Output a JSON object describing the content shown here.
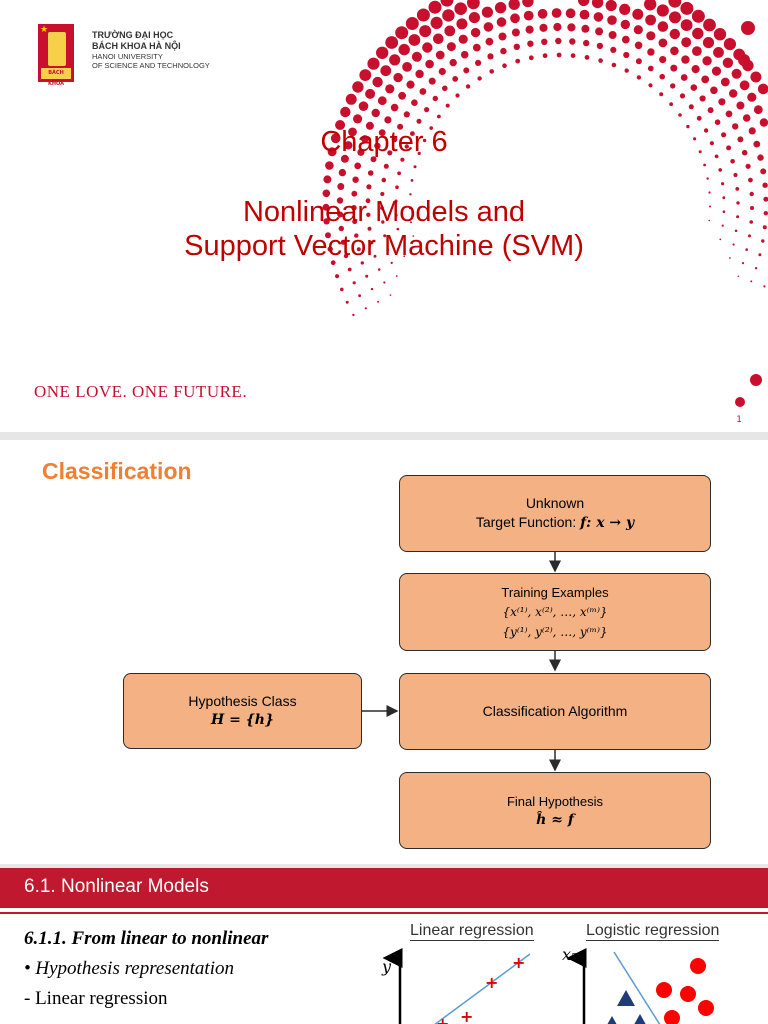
{
  "slide1": {
    "logo_text": "BÁCH KHOA",
    "university": [
      "TRƯỜNG ĐẠI HỌC",
      "BÁCH KHOA HÀ NỘI",
      "HANOI UNIVERSITY",
      "OF SCIENCE AND TECHNOLOGY"
    ],
    "chapter": "Chapter 6",
    "title_line1": "Nonlinear Models and",
    "title_line2": "Support Vector Machine (SVM)",
    "slogan": "ONE LOVE. ONE FUTURE.",
    "page_number": "1",
    "accent_color": "#c8102e"
  },
  "slide2": {
    "title": "Classification",
    "boxes": {
      "target": {
        "line1": "Unknown",
        "line2_text": "Target Function: ",
        "line2_math": "f: x → y"
      },
      "training": {
        "title": "Training Examples",
        "x_set": "{x⁽¹⁾, x⁽²⁾, …, x⁽ᵐ⁾}",
        "y_set": "{y⁽¹⁾, y⁽²⁾, …, y⁽ᵐ⁾}"
      },
      "hypothesis_class": {
        "title": "Hypothesis Class",
        "math": "H = {h}"
      },
      "algorithm": {
        "title": "Classification Algorithm"
      },
      "final": {
        "title": "Final Hypothesis",
        "math": "ĥ ≈ f"
      }
    },
    "box_color": "#f4b183",
    "title_color": "#f07f32"
  },
  "slide3": {
    "section_title": "6.1. Nonlinear Models",
    "subsection": "6.1.1. From linear to nonlinear",
    "bullet1": "• Hypothesis representation",
    "bullet2": "- Linear regression",
    "chart_left_title": "Linear regression",
    "chart_right_title": "Logistic regression",
    "left_axis_label": "y",
    "right_axis_label": "x₂",
    "bar_color": "#c0192f"
  }
}
